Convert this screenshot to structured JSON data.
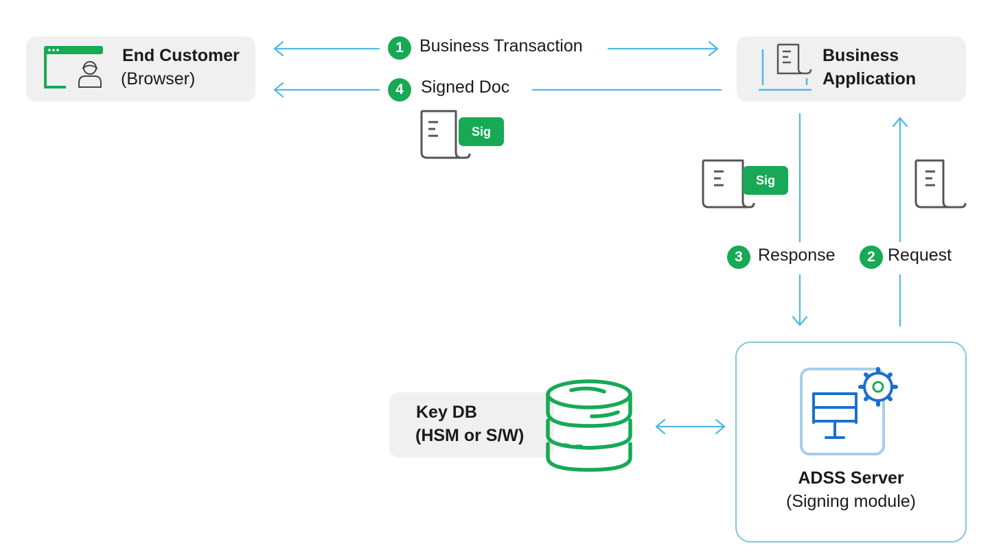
{
  "end_customer": {
    "title": "End Customer",
    "subtitle": "(Browser)"
  },
  "business_app": {
    "title_line1": "Business",
    "title_line2": "Application"
  },
  "key_db": {
    "title": "Key DB",
    "subtitle": "(HSM or S/W)"
  },
  "adss": {
    "title": "ADSS Server",
    "subtitle": "(Signing module)"
  },
  "steps": [
    {
      "number": "1",
      "label": "Business Transaction"
    },
    {
      "number": "2",
      "label": "Request"
    },
    {
      "number": "3",
      "label": "Response"
    },
    {
      "number": "4",
      "label": "Signed Doc"
    }
  ],
  "signature_badge": "Sig",
  "colors": {
    "green": "#17a955",
    "arrow": "#4fb8e6",
    "box_grey": "#f0f0f0",
    "icon_grey": "#555555"
  }
}
